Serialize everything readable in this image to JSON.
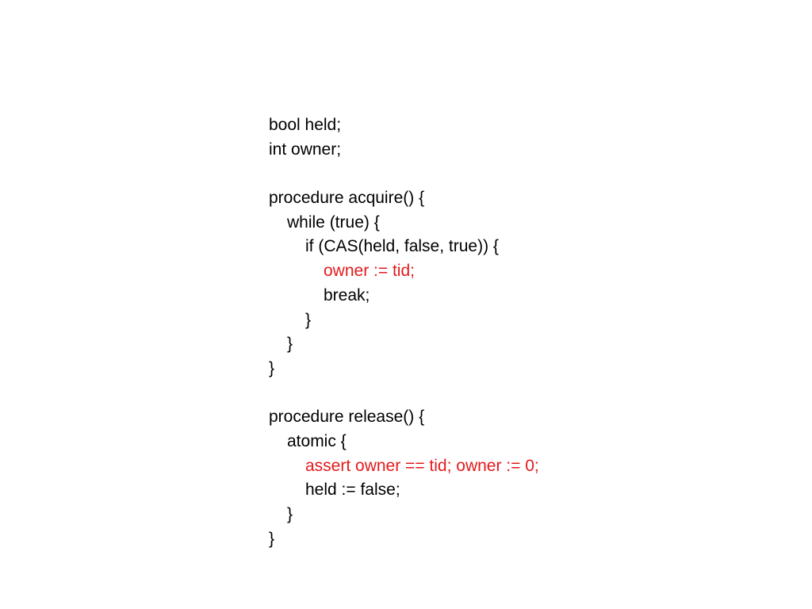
{
  "colors": {
    "background": "#ffffff",
    "normal": "#000000",
    "highlight": "#e31a1c"
  },
  "code": {
    "lines": [
      {
        "text": "bool held;",
        "indent": 0,
        "highlight": false
      },
      {
        "text": "int owner;",
        "indent": 0,
        "highlight": false
      },
      {
        "text": "",
        "indent": 0,
        "highlight": false
      },
      {
        "text": "procedure acquire() {",
        "indent": 0,
        "highlight": false
      },
      {
        "text": "while (true) {",
        "indent": 1,
        "highlight": false
      },
      {
        "text": "if (CAS(held, false, true)) {",
        "indent": 2,
        "highlight": false
      },
      {
        "text": "owner := tid;",
        "indent": 3,
        "highlight": true
      },
      {
        "text": "break;",
        "indent": 3,
        "highlight": false
      },
      {
        "text": "}",
        "indent": 2,
        "highlight": false
      },
      {
        "text": "}",
        "indent": 1,
        "highlight": false
      },
      {
        "text": "}",
        "indent": 0,
        "highlight": false
      },
      {
        "text": "",
        "indent": 0,
        "highlight": false
      },
      {
        "text": "procedure release() {",
        "indent": 0,
        "highlight": false
      },
      {
        "text": "atomic {",
        "indent": 1,
        "highlight": false
      },
      {
        "text": "assert owner == tid; owner := 0;",
        "indent": 2,
        "highlight": true
      },
      {
        "text": "held := false;",
        "indent": 2,
        "highlight": false
      },
      {
        "text": "}",
        "indent": 1,
        "highlight": false
      },
      {
        "text": "}",
        "indent": 0,
        "highlight": false
      }
    ]
  }
}
